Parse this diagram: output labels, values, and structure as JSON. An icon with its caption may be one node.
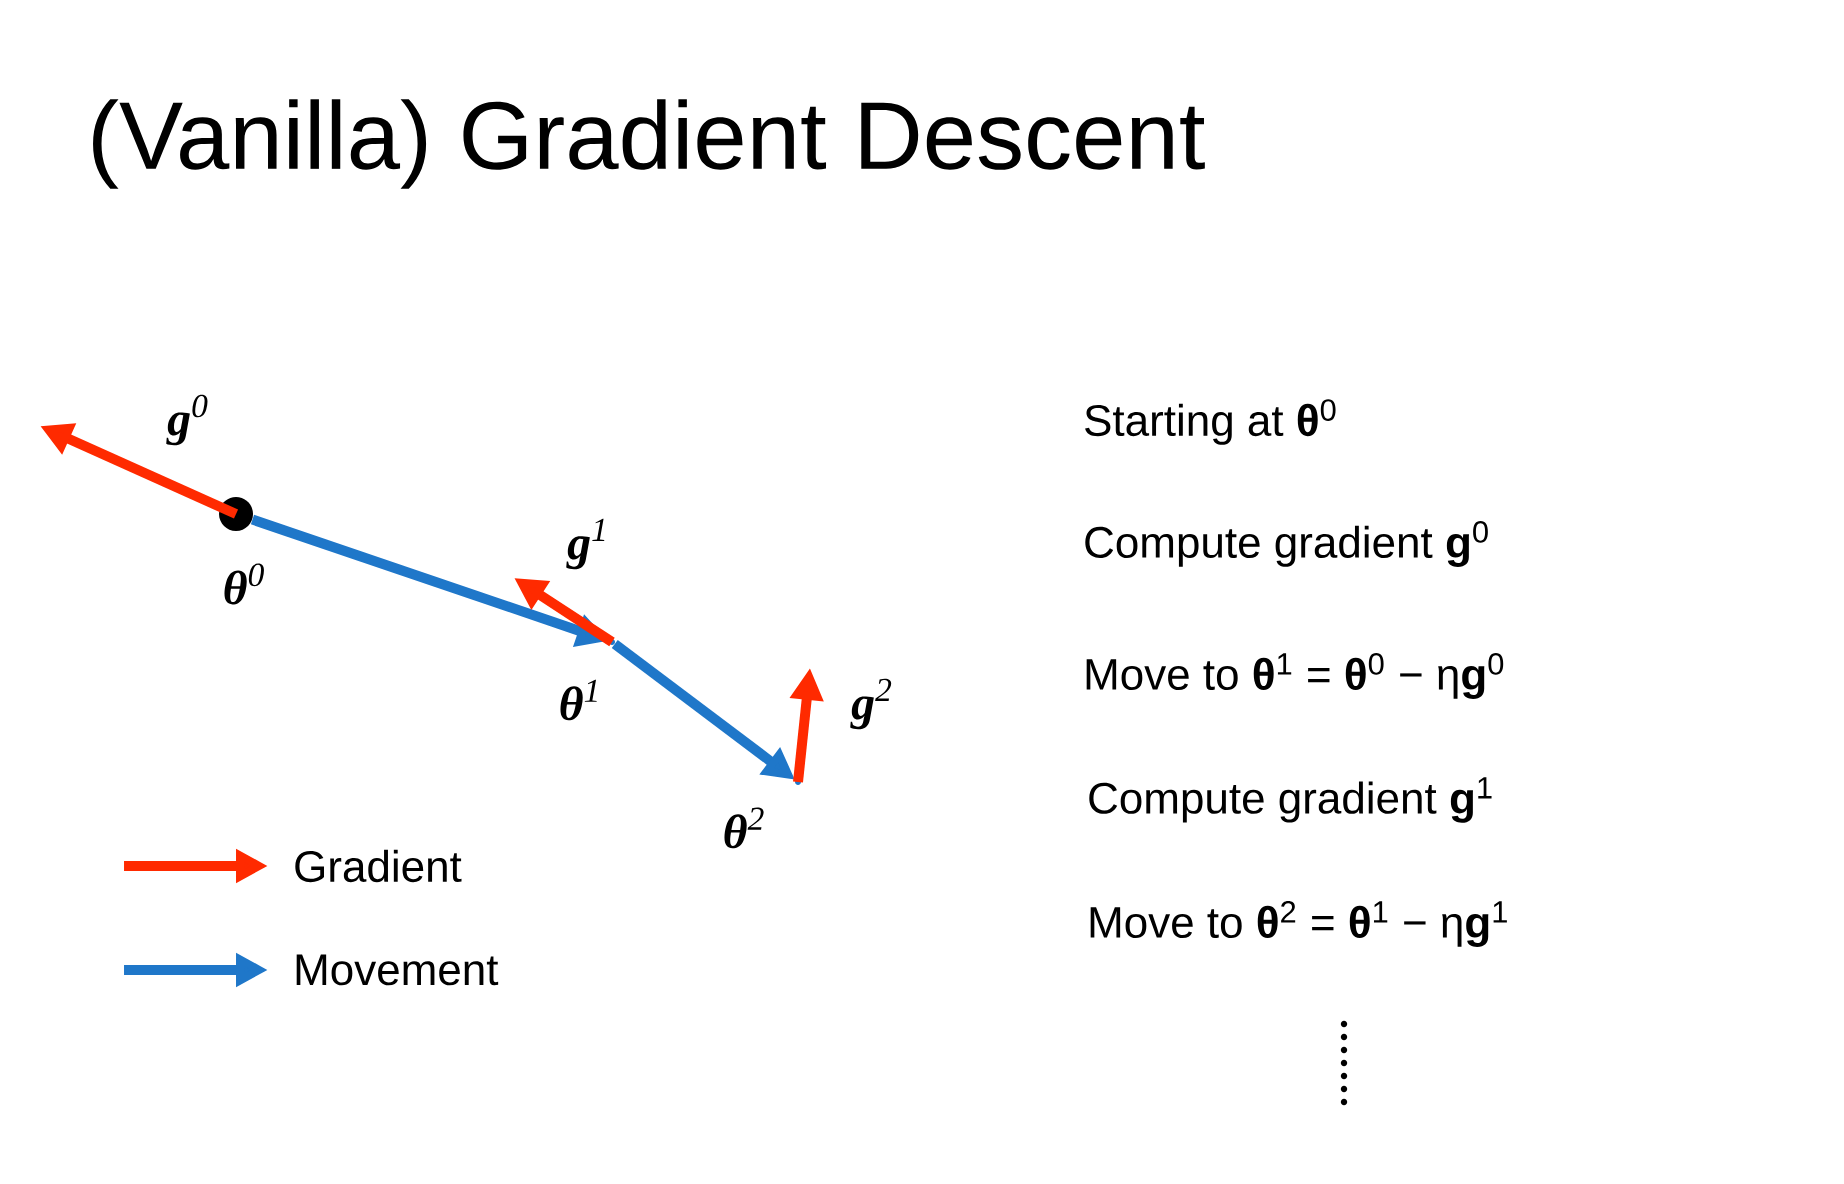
{
  "diagram": {
    "title": "(Vanilla) Gradient Descent",
    "nodes": [
      {
        "text": [],
        "shape": "circle",
        "beside": [
          "**θ**$^{0}$"
        ]
      },
      {
        "text": [],
        "shape": "point",
        "beside": [
          "**θ**$^{1}$"
        ]
      },
      {
        "text": [],
        "shape": "point",
        "beside": [
          "**θ**$^{2}$"
        ]
      }
    ],
    "edges": [
      {
        "from": 0,
        "to": null,
        "arrow": "to",
        "color": "#ff2a00",
        "label": "**g**$^{0}$"
      },
      {
        "from": 0,
        "to": 1,
        "arrow": "to",
        "color": "#1f77c9"
      },
      {
        "from": 1,
        "to": null,
        "arrow": "to",
        "color": "#ff2a00",
        "label": "**g**$^{1}$"
      },
      {
        "from": 1,
        "to": 2,
        "arrow": "to",
        "color": "#1f77c9"
      },
      {
        "from": 2,
        "to": null,
        "arrow": "to",
        "color": "#ff2a00",
        "label": "**g**$^{2}$"
      }
    ],
    "labels": [
      "Starting at **θ**$^{0}$",
      "Compute gradient **g**$^{0}$",
      "Move to **θ**$^{1}$ = **θ**$^{0}$ − η**g**$^{0}$",
      "Compute gradient **g**$^{1}$",
      "Move to **θ**$^{2}$ = **θ**$^{1}$ − η**g**$^{1}$"
    ],
    "legend": [
      {
        "text": "Gradient"
      },
      {
        "text": "Movement"
      }
    ]
  }
}
